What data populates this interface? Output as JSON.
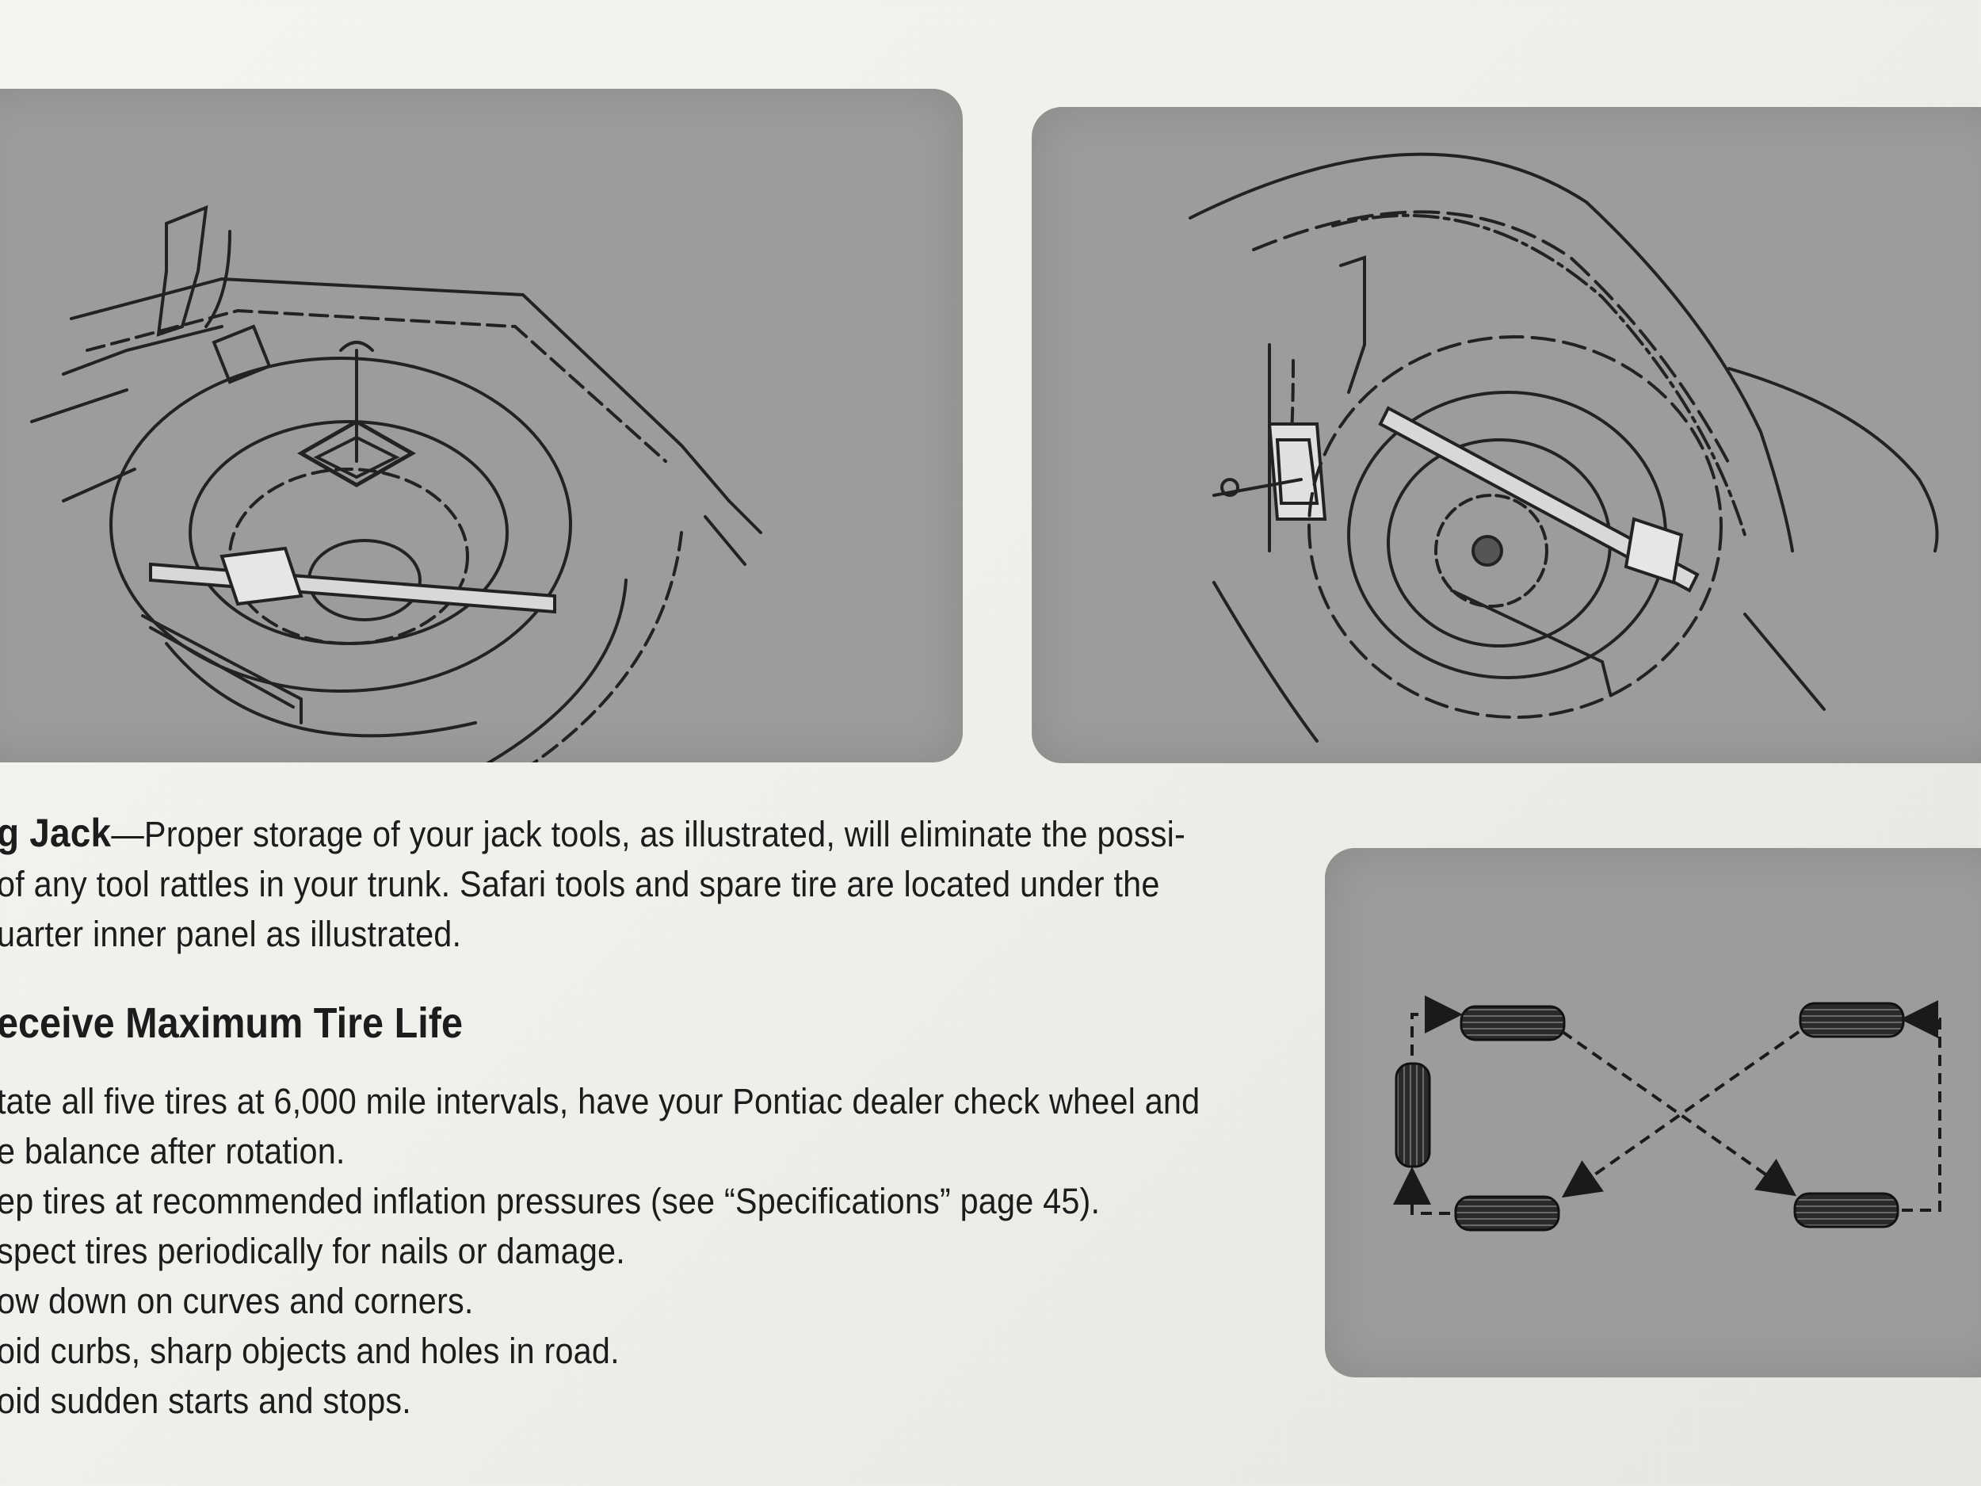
{
  "jack_section": {
    "lead": "g Jack",
    "line1": "—Proper storage of your jack tools, as illustrated, will eliminate the possi-",
    "line2": "of any tool rattles in your trunk. Safari tools and spare tire are located under the",
    "line3": "uarter inner panel as illustrated."
  },
  "tire_section": {
    "heading": "eceive Maximum Tire Life",
    "items": [
      "tate all five tires at 6,000 mile intervals, have your Pontiac dealer check wheel and",
      "e balance after rotation.",
      "ep tires at recommended inflation pressures (see “Specifications” page 45).",
      "spect tires periodically for nails or damage.",
      "ow down on curves and corners.",
      "oid curbs, sharp objects and holes in road.",
      "oid sudden starts and stops."
    ]
  },
  "colors": {
    "panel": "#9c9c9a",
    "ink": "#1c1c1c",
    "page": "#f1f1ee"
  }
}
